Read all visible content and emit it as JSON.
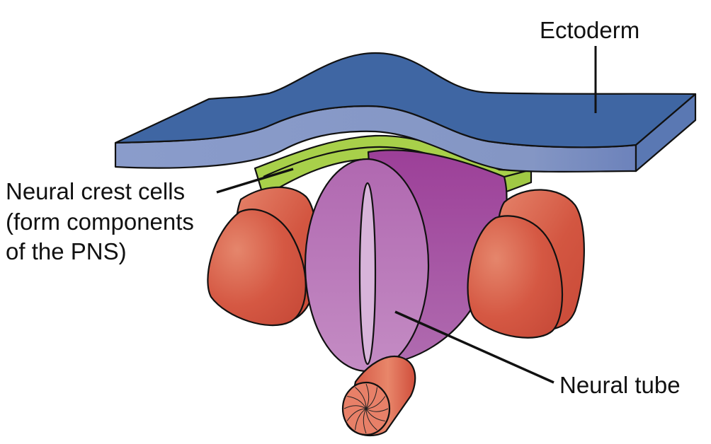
{
  "figure": {
    "type": "anatomical-diagram",
    "subject": "Neural tube formation with neural crest cells"
  },
  "labels": {
    "ectoderm": "Ectoderm",
    "neural_crest_line1": "Neural crest cells",
    "neural_crest_line2": "(form components",
    "neural_crest_line3": "of the PNS)",
    "neural_tube": "Neural tube"
  },
  "colors": {
    "ectoderm_top": "#3f66a3",
    "ectoderm_side": "#8496c4",
    "ectoderm_end": "#5a78b3",
    "neural_crest": "#a8d04a",
    "neural_tube_back": "#a04a9c",
    "neural_tube_front": "#b878b8",
    "neural_tube_lumen": "#d8b4da",
    "somite": "#d25540",
    "somite_light": "#e07a5e",
    "notochord": "#e87a60"
  }
}
